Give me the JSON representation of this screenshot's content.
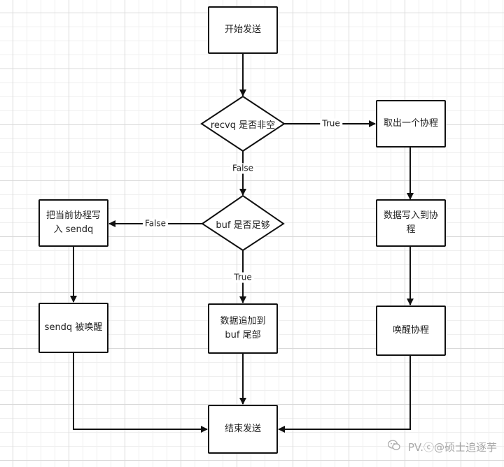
{
  "nodes": {
    "start": "开始发送",
    "recvq_check": "recvq 是否非空",
    "take_goroutine": "取出一个协程",
    "buf_check": "buf 是否足够",
    "write_sendq_line1": "把当前协程写",
    "write_sendq_line2": "入 sendq",
    "write_data_line1": "数据写入到协",
    "write_data_line2": "程",
    "sendq_woken": "sendq 被唤醒",
    "append_buf_line1": "数据追加到",
    "append_buf_line2": "buf 尾部",
    "wake_goroutine": "唤醒协程",
    "end": "结束发送"
  },
  "edges": {
    "recvq_true": "True",
    "recvq_false": "False",
    "buf_false": "False",
    "buf_true": "True"
  },
  "watermark": {
    "text": "PV.ⓒ@硕士追逐芋",
    "icon": "wechat-icon"
  }
}
